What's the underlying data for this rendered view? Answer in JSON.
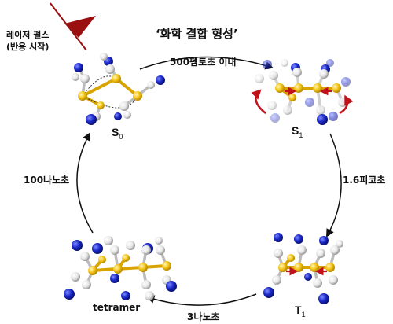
{
  "trigger": {
    "line1": "레이저 펄스",
    "line2": "(반응 시작)"
  },
  "headline": "‘화학 결합 형성’",
  "states": {
    "s0": {
      "letter": "S",
      "sub": "0"
    },
    "s1": {
      "letter": "S",
      "sub": "1"
    },
    "t1": {
      "letter": "T",
      "sub": "1"
    },
    "tetramer": "tetramer"
  },
  "transitions": {
    "s0_to_s1": "500펨토초 이내",
    "s1_to_t1": "1.6피코초",
    "t1_to_tetramer": "3나노초",
    "tetramer_to_s0": "100나노초"
  },
  "colors": {
    "gold_atom": "#f5c518",
    "white_atom": "#e8e8e8",
    "blue_atom": "#1a28c8",
    "laser": "#9a1010",
    "motion_arrow": "#c0101a",
    "cycle_arrow": "#111111"
  }
}
